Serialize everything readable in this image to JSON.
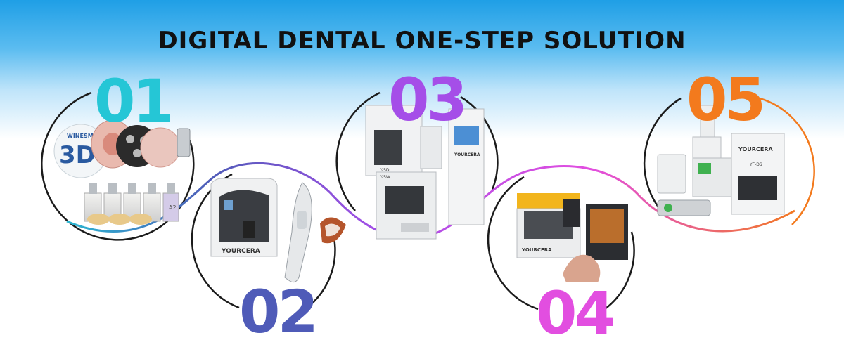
{
  "title": "DIGITAL DENTAL ONE-STEP SOLUTION",
  "steps": [
    {
      "number": "01",
      "color": "#25c6d6",
      "icons": [
        "zirconia-disc-icon",
        "implant-abutment-icon",
        "glass-ceramic-block-icon"
      ],
      "labels": {
        "disc": "3D",
        "brand": "WINESMILE",
        "shade": "A2",
        "block": "A2"
      }
    },
    {
      "number": "02",
      "color": "#4f5bb8",
      "icons": [
        "desktop-scanner-icon",
        "intraoral-scanner-icon"
      ],
      "labels": {
        "brand": "YOURCERA"
      }
    },
    {
      "number": "03",
      "color": "#a54ee8",
      "icons": [
        "milling-machine-icon"
      ],
      "labels": {
        "m1": "Y-5D",
        "m2": "Y-5W",
        "brand": "YOURCERA"
      }
    },
    {
      "number": "04",
      "color": "#e24ee0",
      "icons": [
        "3d-printer-icon",
        "curing-box-icon"
      ],
      "labels": {
        "brand": "YOURCERA"
      }
    },
    {
      "number": "05",
      "color": "#f37a1d",
      "icons": [
        "sintering-furnace-icon",
        "vacuum-pump-icon"
      ],
      "labels": {
        "brand": "YOURCERA",
        "model": "YF-DS"
      }
    }
  ],
  "colors": {
    "sky": "#1f9fe6",
    "wave_start": "#25c6d6",
    "wave_mid": "#a54ee8",
    "wave_end": "#f37a1d"
  }
}
